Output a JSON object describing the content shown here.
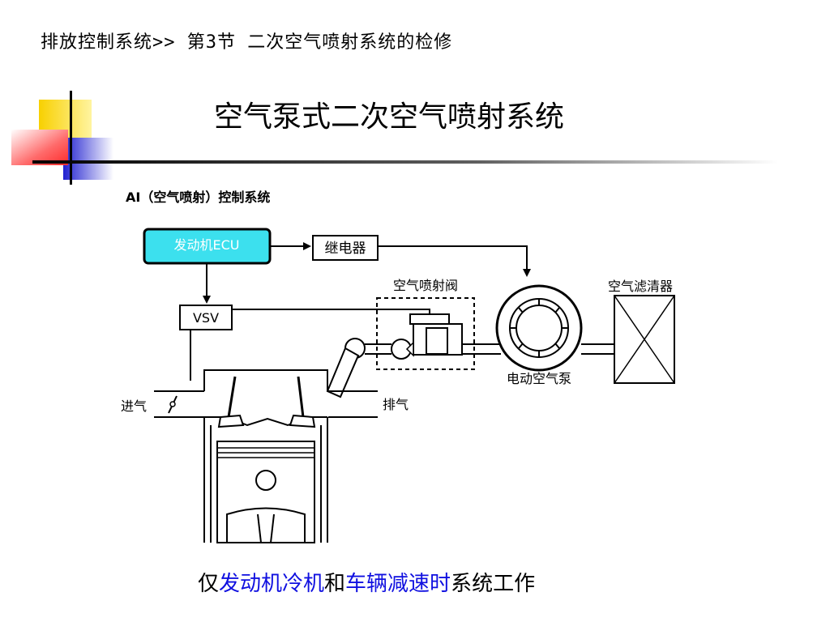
{
  "header": {
    "breadcrumb": "排放控制系统>> 第3节  二次空气喷射系统的检修"
  },
  "slide": {
    "title": "空气泵式二次空气喷射系统"
  },
  "diagram": {
    "caption": "AI（空气喷射）控制系统",
    "ecu_label": "发动机ECU",
    "relay_label": "继电器",
    "valve_label": "空气喷射阀",
    "vsv_label": "VSV",
    "filter_label": "空气滤清器",
    "pump_label": "电动空气泵",
    "intake_label": "进气",
    "exhaust_label": "排气"
  },
  "footer": {
    "part1": "仅",
    "part2": "发动机冷机",
    "part3": "和",
    "part4": "车辆减速时",
    "part5": "系统工作"
  },
  "colors": {
    "ecu_fill": "#3ce0ee",
    "highlight": "#1010e0"
  }
}
